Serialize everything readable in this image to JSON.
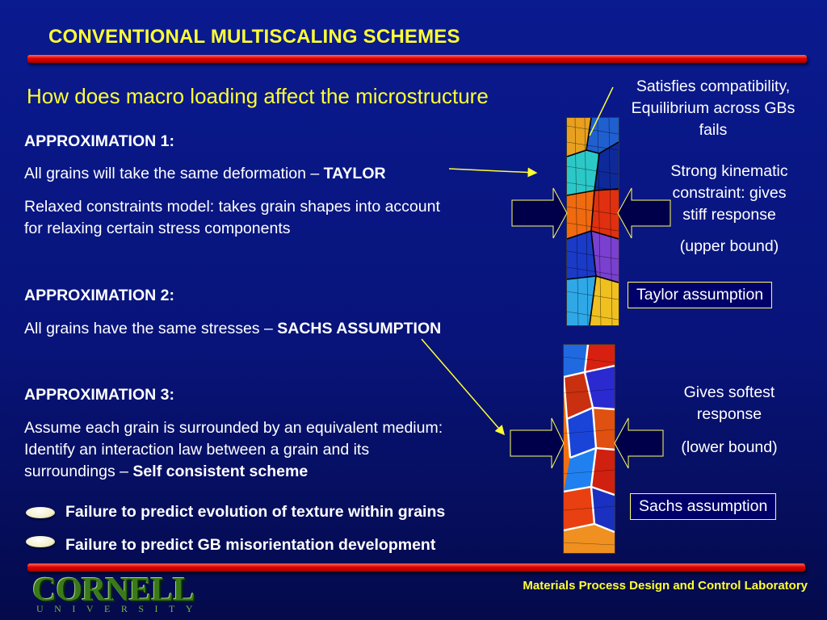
{
  "slide": {
    "title": "CONVENTIONAL MULTISCALING SCHEMES",
    "subtitle": "How does macro loading affect the microstructure"
  },
  "approx1": {
    "heading": "APPROXIMATION 1:",
    "line1_prefix": "All grains will take the same deformation – ",
    "line1_bold": "TAYLOR",
    "line2": "Relaxed constraints model: takes grain shapes into account",
    "line3": "for relaxing certain stress components"
  },
  "approx2": {
    "heading": "APPROXIMATION 2:",
    "line1_prefix": "All grains have the same stresses – ",
    "line1_bold": "SACHS ASSUMPTION"
  },
  "approx3": {
    "heading": "APPROXIMATION 3:",
    "line1": "Assume each grain is surrounded by an equivalent medium:",
    "line2": "Identify an interaction law between a grain and its",
    "line3_prefix": "surroundings – ",
    "line3_bold": "Self consistent scheme"
  },
  "bullets": [
    "Failure to predict evolution of texture within grains",
    "Failure to predict GB misorientation development"
  ],
  "notes": {
    "compat_1": "Satisfies compatibility,",
    "compat_2": "Equilibrium across GBs",
    "compat_3": "fails",
    "kin_1": "Strong kinematic",
    "kin_2": "constraint: gives",
    "kin_3": "stiff response",
    "upper": "(upper bound)",
    "soft_1": "Gives softest",
    "soft_2": "response",
    "lower": "(lower bound)"
  },
  "boxes": {
    "taylor": "Taylor assumption",
    "sachs": "Sachs assumption"
  },
  "footer": {
    "lab": "Materials Process Design and Control Laboratory",
    "logo": "CORNELL",
    "logo_sub": "UNIVERSITY"
  },
  "colors": {
    "background": "#0a1a8f",
    "title": "#ffff33",
    "bar": "#e00000",
    "text": "#ffffff",
    "logo": "#3a7a1a"
  }
}
